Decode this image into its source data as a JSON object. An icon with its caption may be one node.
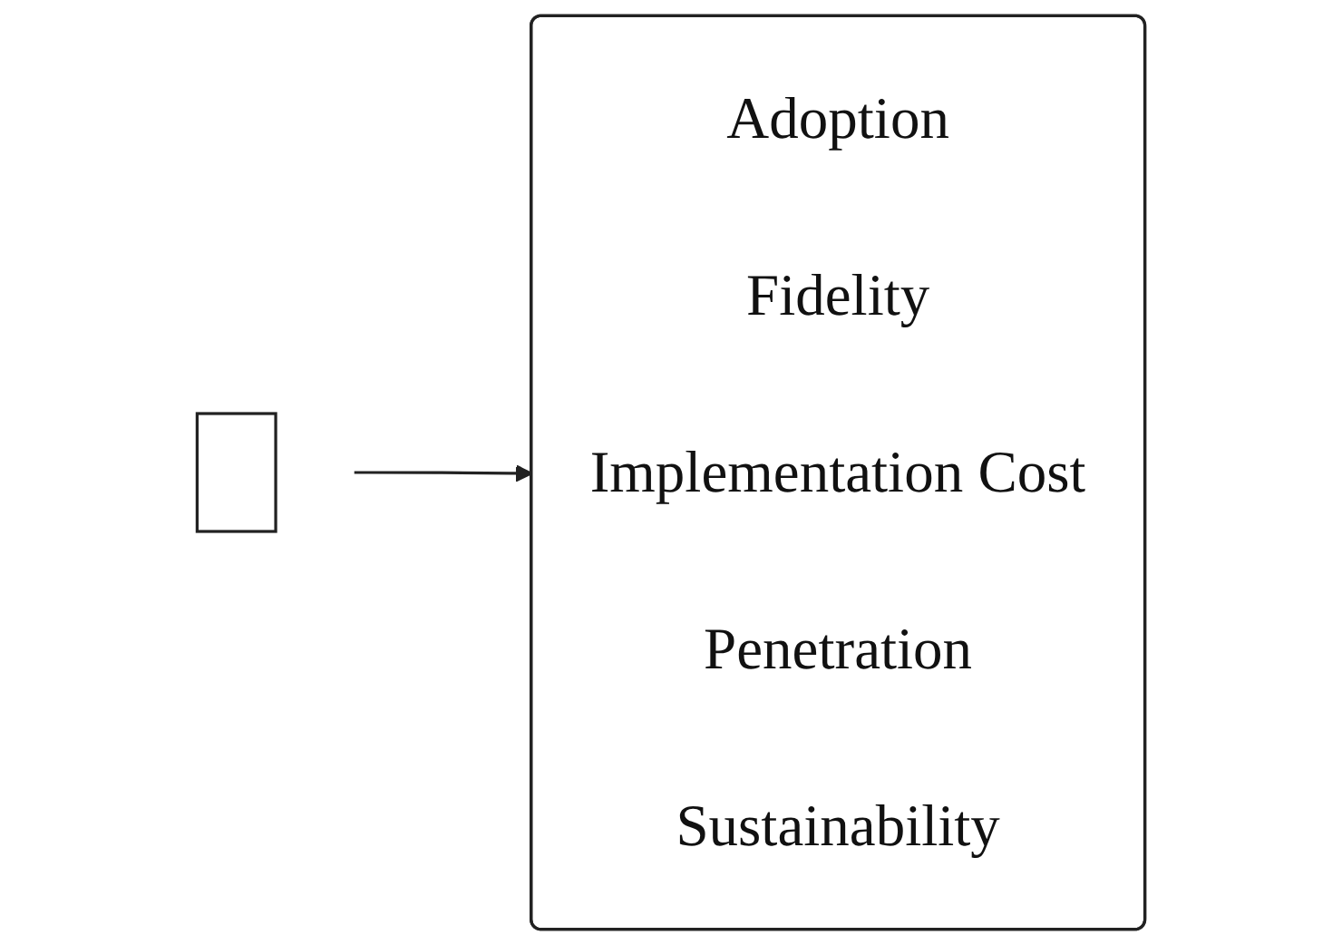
{
  "diagram": {
    "nodes": [
      {
        "text": [],
        "shape": "box"
      },
      {
        "text": [
          "Adoption",
          "Fidelity",
          "Implementation Cost",
          "Penetration",
          "Sustainability"
        ]
      }
    ],
    "edges": [
      {
        "from": 0,
        "to": 1,
        "arrow": "to"
      }
    ]
  }
}
